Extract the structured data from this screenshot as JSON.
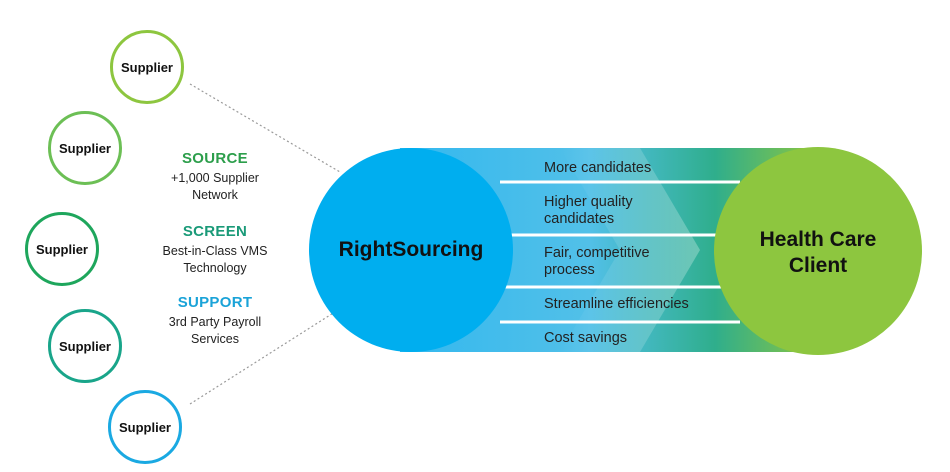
{
  "colors": {
    "supplier_1": "#8dc63f",
    "supplier_2": "#6cbf55",
    "supplier_3": "#1ea65c",
    "supplier_4": "#19a58a",
    "supplier_5": "#1aa9e2",
    "source": "#2c9e4b",
    "screen": "#1a9a78",
    "support": "#1aa3d8",
    "rightsourcing": "#00aeef",
    "health_care": "#8dc63f"
  },
  "suppliers": [
    {
      "label": "Supplier",
      "color": "#8dc63f"
    },
    {
      "label": "Supplier",
      "color": "#6cbf55"
    },
    {
      "label": "Supplier",
      "color": "#1ea65c"
    },
    {
      "label": "Supplier",
      "color": "#19a58a"
    },
    {
      "label": "Supplier",
      "color": "#1aa9e2"
    }
  ],
  "stages": [
    {
      "title": "SOURCE",
      "desc_line1": "+1,000 Supplier",
      "desc_line2": "Network"
    },
    {
      "title": "SCREEN",
      "desc_line1": "Best-in-Class VMS",
      "desc_line2": "Technology"
    },
    {
      "title": "SUPPORT",
      "desc_line1": "3rd Party Payroll",
      "desc_line2": "Services"
    }
  ],
  "rightsourcing": {
    "label": "RightSourcing"
  },
  "health_care": {
    "line1": "Health Care",
    "line2": "Client"
  },
  "benefits": [
    {
      "line1": "More candidates",
      "line2": ""
    },
    {
      "line1": "Higher quality",
      "line2": "candidates"
    },
    {
      "line1": "Fair, competitive",
      "line2": "process"
    },
    {
      "line1": "Streamline efficiencies",
      "line2": ""
    },
    {
      "line1": "Cost savings",
      "line2": ""
    }
  ]
}
